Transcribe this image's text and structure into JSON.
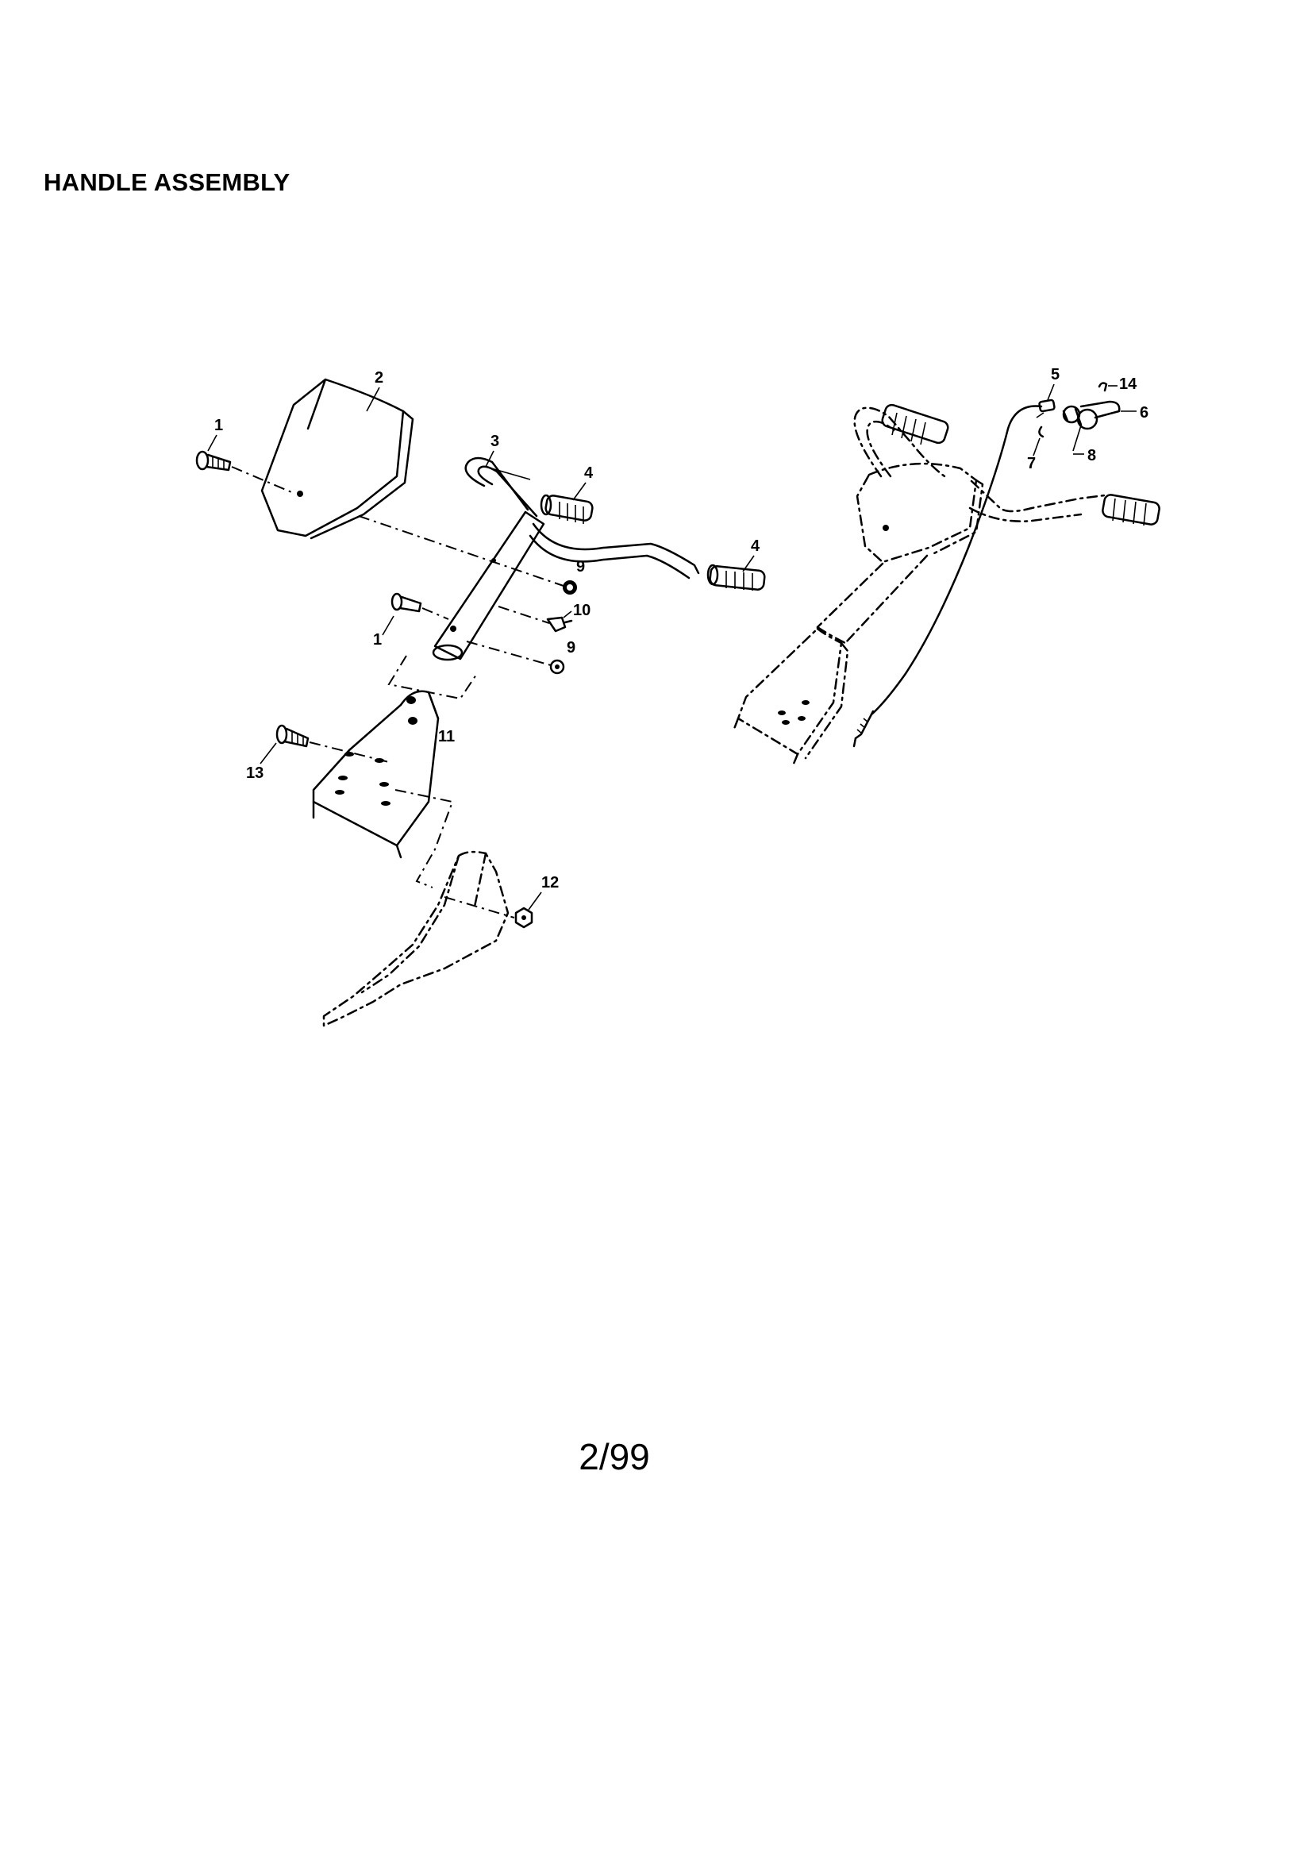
{
  "title": "HANDLE ASSEMBLY",
  "page_number": "2/99",
  "callouts": {
    "c1a": "1",
    "c1b": "1",
    "c2": "2",
    "c3": "3",
    "c4a": "4",
    "c4b": "4",
    "c5": "5",
    "c6": "6",
    "c7": "7",
    "c8": "8",
    "c9a": "9",
    "c9b": "9",
    "c10": "10",
    "c11": "11",
    "c12": "12",
    "c13": "13",
    "c14": "14"
  }
}
